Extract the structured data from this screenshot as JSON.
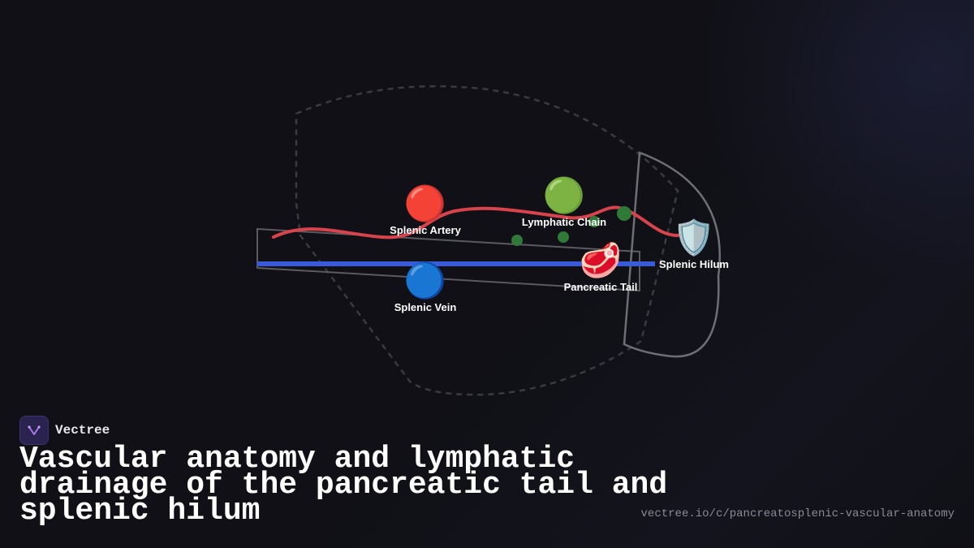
{
  "brand": {
    "name": "Vectree"
  },
  "title": "Vascular anatomy and lymphatic drainage of the pancreatic tail and splenic hilum",
  "url": "vectree.io/c/pancreatosplenic-vascular-anatomy",
  "colors": {
    "artery": "#d9434b",
    "vein": "#3a5bd9",
    "lymph_node": "#2f7a36",
    "outline": "#6e6e75",
    "dashed_outline": "#3a3a42"
  },
  "nodes": [
    {
      "id": "splenic-artery",
      "icon": "red-circle-icon",
      "emoji": "🔴",
      "label": "Splenic Artery"
    },
    {
      "id": "splenic-vein",
      "icon": "blue-circle-icon",
      "emoji": "🔵",
      "label": "Splenic Vein"
    },
    {
      "id": "lymphatic-chain",
      "icon": "green-circle-icon",
      "emoji": "🟢",
      "label": "Lymphatic Chain"
    },
    {
      "id": "pancreatic-tail",
      "icon": "meat-icon",
      "emoji": "🥩",
      "label": "Pancreatic Tail"
    },
    {
      "id": "splenic-hilum",
      "icon": "shield-icon",
      "emoji": "🛡️",
      "label": "Splenic Hilum"
    }
  ]
}
